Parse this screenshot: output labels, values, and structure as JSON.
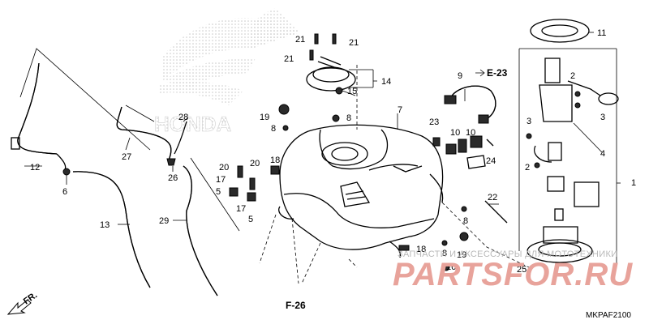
{
  "diagram": {
    "code": "MKPAF2100",
    "direction_marker": "FR.",
    "brand_watermark": "HONDA",
    "references": {
      "e23": "E-23",
      "f26": "F-26"
    },
    "watermark_top": "ЗАПЧАСТИ И АКСЕССУАРЫ ДЛЯ МОТОТЕХНИКИ",
    "watermark_main": "PARTSFOR.RU",
    "part_numbers": {
      "p1": "1",
      "p2a": "2",
      "p2b": "2",
      "p3a": "3",
      "p3b": "3",
      "p4": "4",
      "p5a": "5",
      "p5b": "5",
      "p6": "6",
      "p7": "7",
      "p8a": "8",
      "p8b": "8",
      "p8c": "8",
      "p8d": "8",
      "p9": "9",
      "p10a": "10",
      "p10b": "10",
      "p11": "11",
      "p12": "12",
      "p13": "13",
      "p14": "14",
      "p15": "15",
      "p16": "16",
      "p17a": "17",
      "p17b": "17",
      "p18a": "18",
      "p18b": "18",
      "p19a": "19",
      "p19b": "19",
      "p20a": "20",
      "p20b": "20",
      "p21a": "21",
      "p21b": "21",
      "p21c": "21",
      "p22": "22",
      "p23": "23",
      "p24": "24",
      "p25": "25",
      "p26": "26",
      "p27": "27",
      "p28": "28",
      "p29": "29"
    }
  }
}
